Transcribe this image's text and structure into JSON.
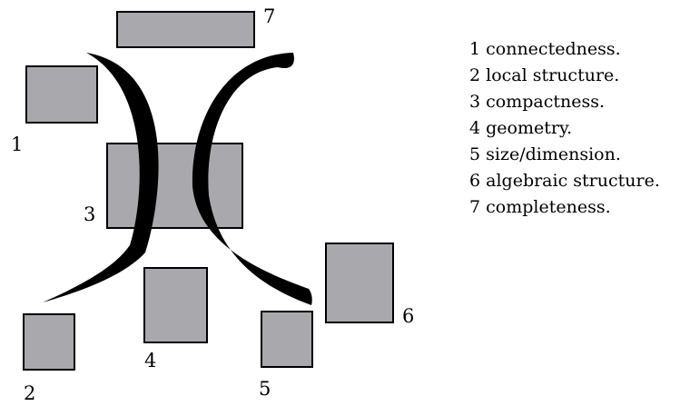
{
  "colors": {
    "box_fill": "#a9a9ad",
    "box_stroke": "#000000",
    "curve_fill": "#000000"
  },
  "boxes": [
    {
      "id": "1",
      "label": "1"
    },
    {
      "id": "2",
      "label": "2"
    },
    {
      "id": "3",
      "label": "3"
    },
    {
      "id": "4",
      "label": "4"
    },
    {
      "id": "5",
      "label": "5"
    },
    {
      "id": "6",
      "label": "6"
    },
    {
      "id": "7",
      "label": "7"
    }
  ],
  "legend": [
    {
      "number": "1",
      "text": "1 connectedness."
    },
    {
      "number": "2",
      "text": "2 local structure."
    },
    {
      "number": "3",
      "text": "3 compactness."
    },
    {
      "number": "4",
      "text": "4 geometry."
    },
    {
      "number": "5",
      "text": "5 size/dimension."
    },
    {
      "number": "6",
      "text": "6 algebraic structure."
    },
    {
      "number": "7",
      "text": "7 completeness."
    }
  ]
}
